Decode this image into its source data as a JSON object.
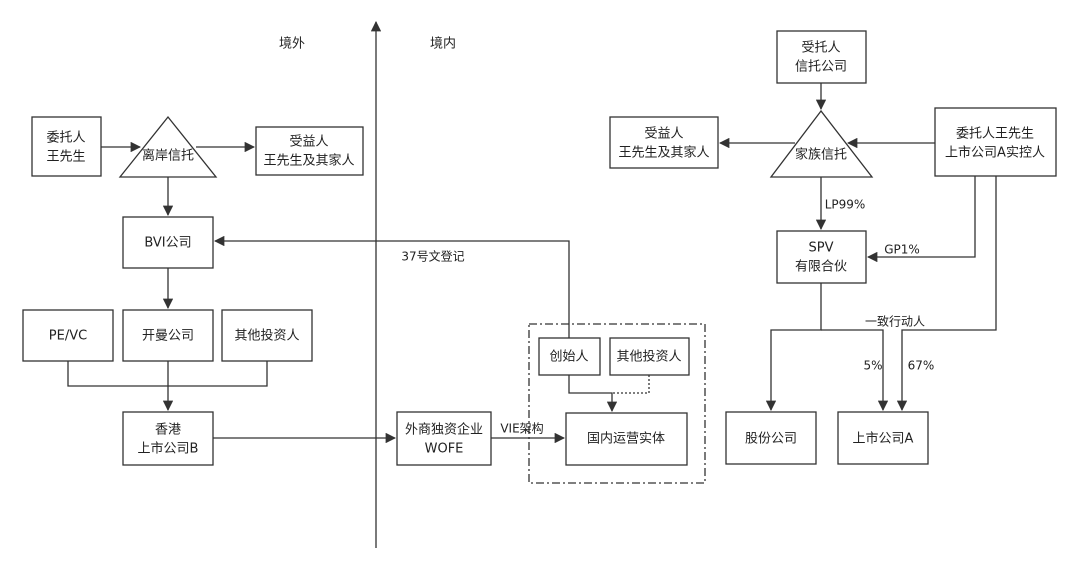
{
  "regions": {
    "offshore": "境外",
    "onshore": "境内"
  },
  "left": {
    "settlor": [
      "委托人",
      "王先生"
    ],
    "trust": "离岸信托",
    "beneficiary": [
      "受益人",
      "王先生及其家人"
    ],
    "bvi": "BVI公司",
    "pevc": "PE/VC",
    "kaiman": "开曼公司",
    "other_investors": "其他投资人",
    "hk_listed": [
      "香港",
      "上市公司B"
    ],
    "wofe": [
      "外商独资企业",
      "WOFE"
    ],
    "founder": "创始人",
    "other_investors_2": "其他投资人",
    "domestic_entity": "国内运营实体",
    "label_37": "37号文登记",
    "label_vie": "VIE架构"
  },
  "right": {
    "trustee": [
      "受托人",
      "信托公司"
    ],
    "family_trust": "家族信托",
    "beneficiary": [
      "受益人",
      "王先生及其家人"
    ],
    "settlor": [
      "委托人王先生",
      "上市公司A实控人"
    ],
    "spv": [
      "SPV",
      "有限合伙"
    ],
    "label_lp": "LP99%",
    "label_gp": "GP1%",
    "label_concert": "一致行动人",
    "label_5": "5%",
    "label_67": "67%",
    "joint_stock": "股份公司",
    "listed_a": "上市公司A"
  }
}
